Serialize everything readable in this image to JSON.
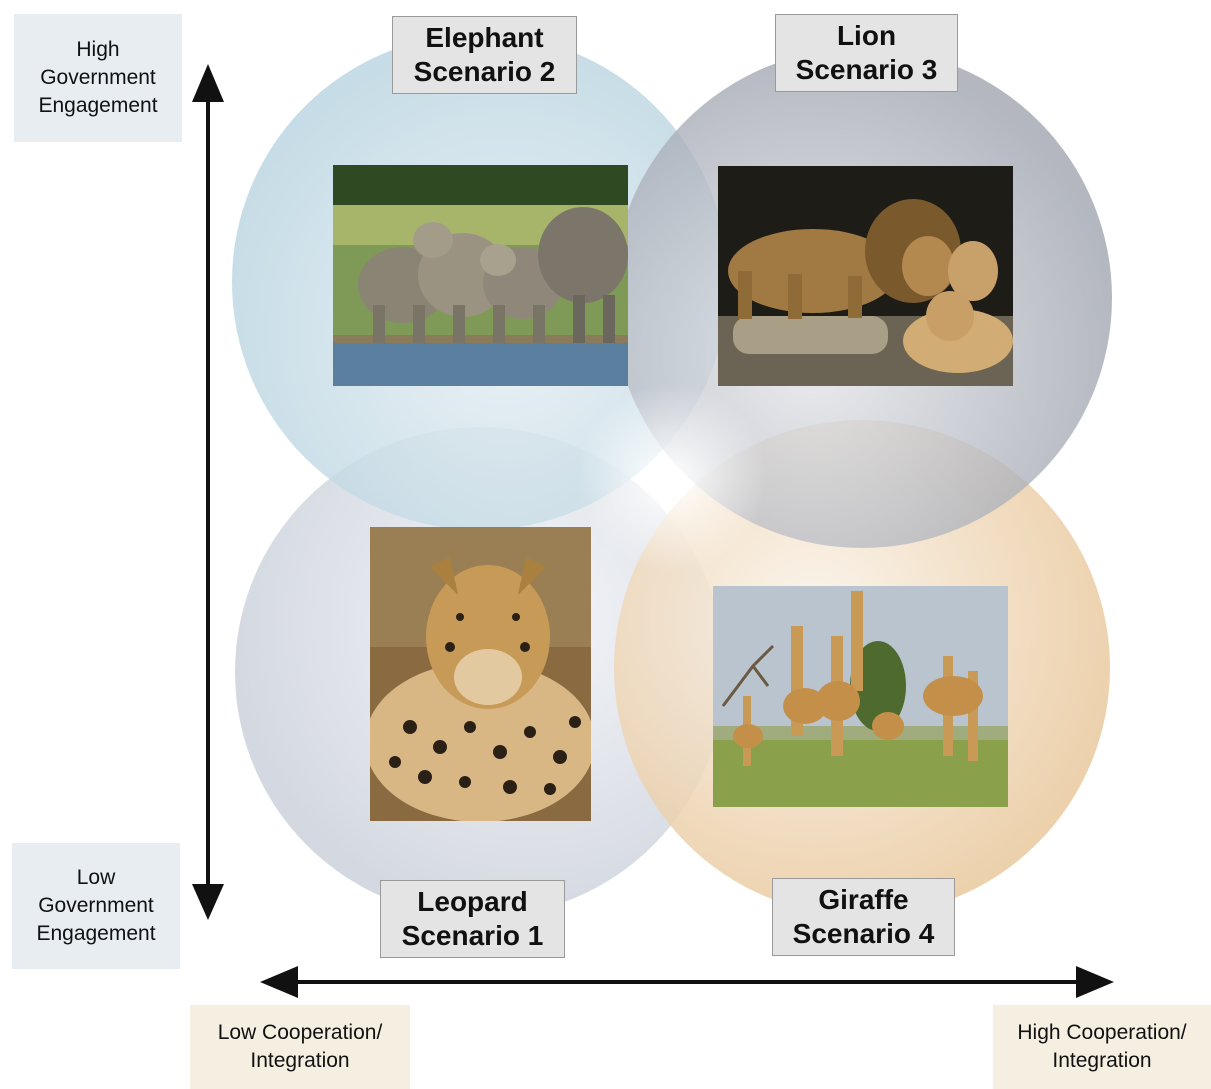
{
  "axes": {
    "vertical_top": [
      "High",
      "Government",
      "Engagement"
    ],
    "vertical_bottom": [
      "Low",
      "Government",
      "Engagement"
    ],
    "horizontal_left": [
      "Low Cooperation/",
      "Integration"
    ],
    "horizontal_right": [
      "High Cooperation/",
      "Integration"
    ]
  },
  "scenarios": [
    {
      "animal": "Elephant",
      "scenario": "Scenario 2",
      "color": "#bcd6e2",
      "icon": "elephant-photo"
    },
    {
      "animal": "Lion",
      "scenario": "Scenario 3",
      "color": "#a4a9b5",
      "icon": "lion-photo"
    },
    {
      "animal": "Leopard",
      "scenario": "Scenario 1",
      "color": "#d3d7e1",
      "icon": "leopard-photo"
    },
    {
      "animal": "Giraffe",
      "scenario": "Scenario 4",
      "color": "#ecd2ae",
      "icon": "giraffe-photo"
    }
  ]
}
